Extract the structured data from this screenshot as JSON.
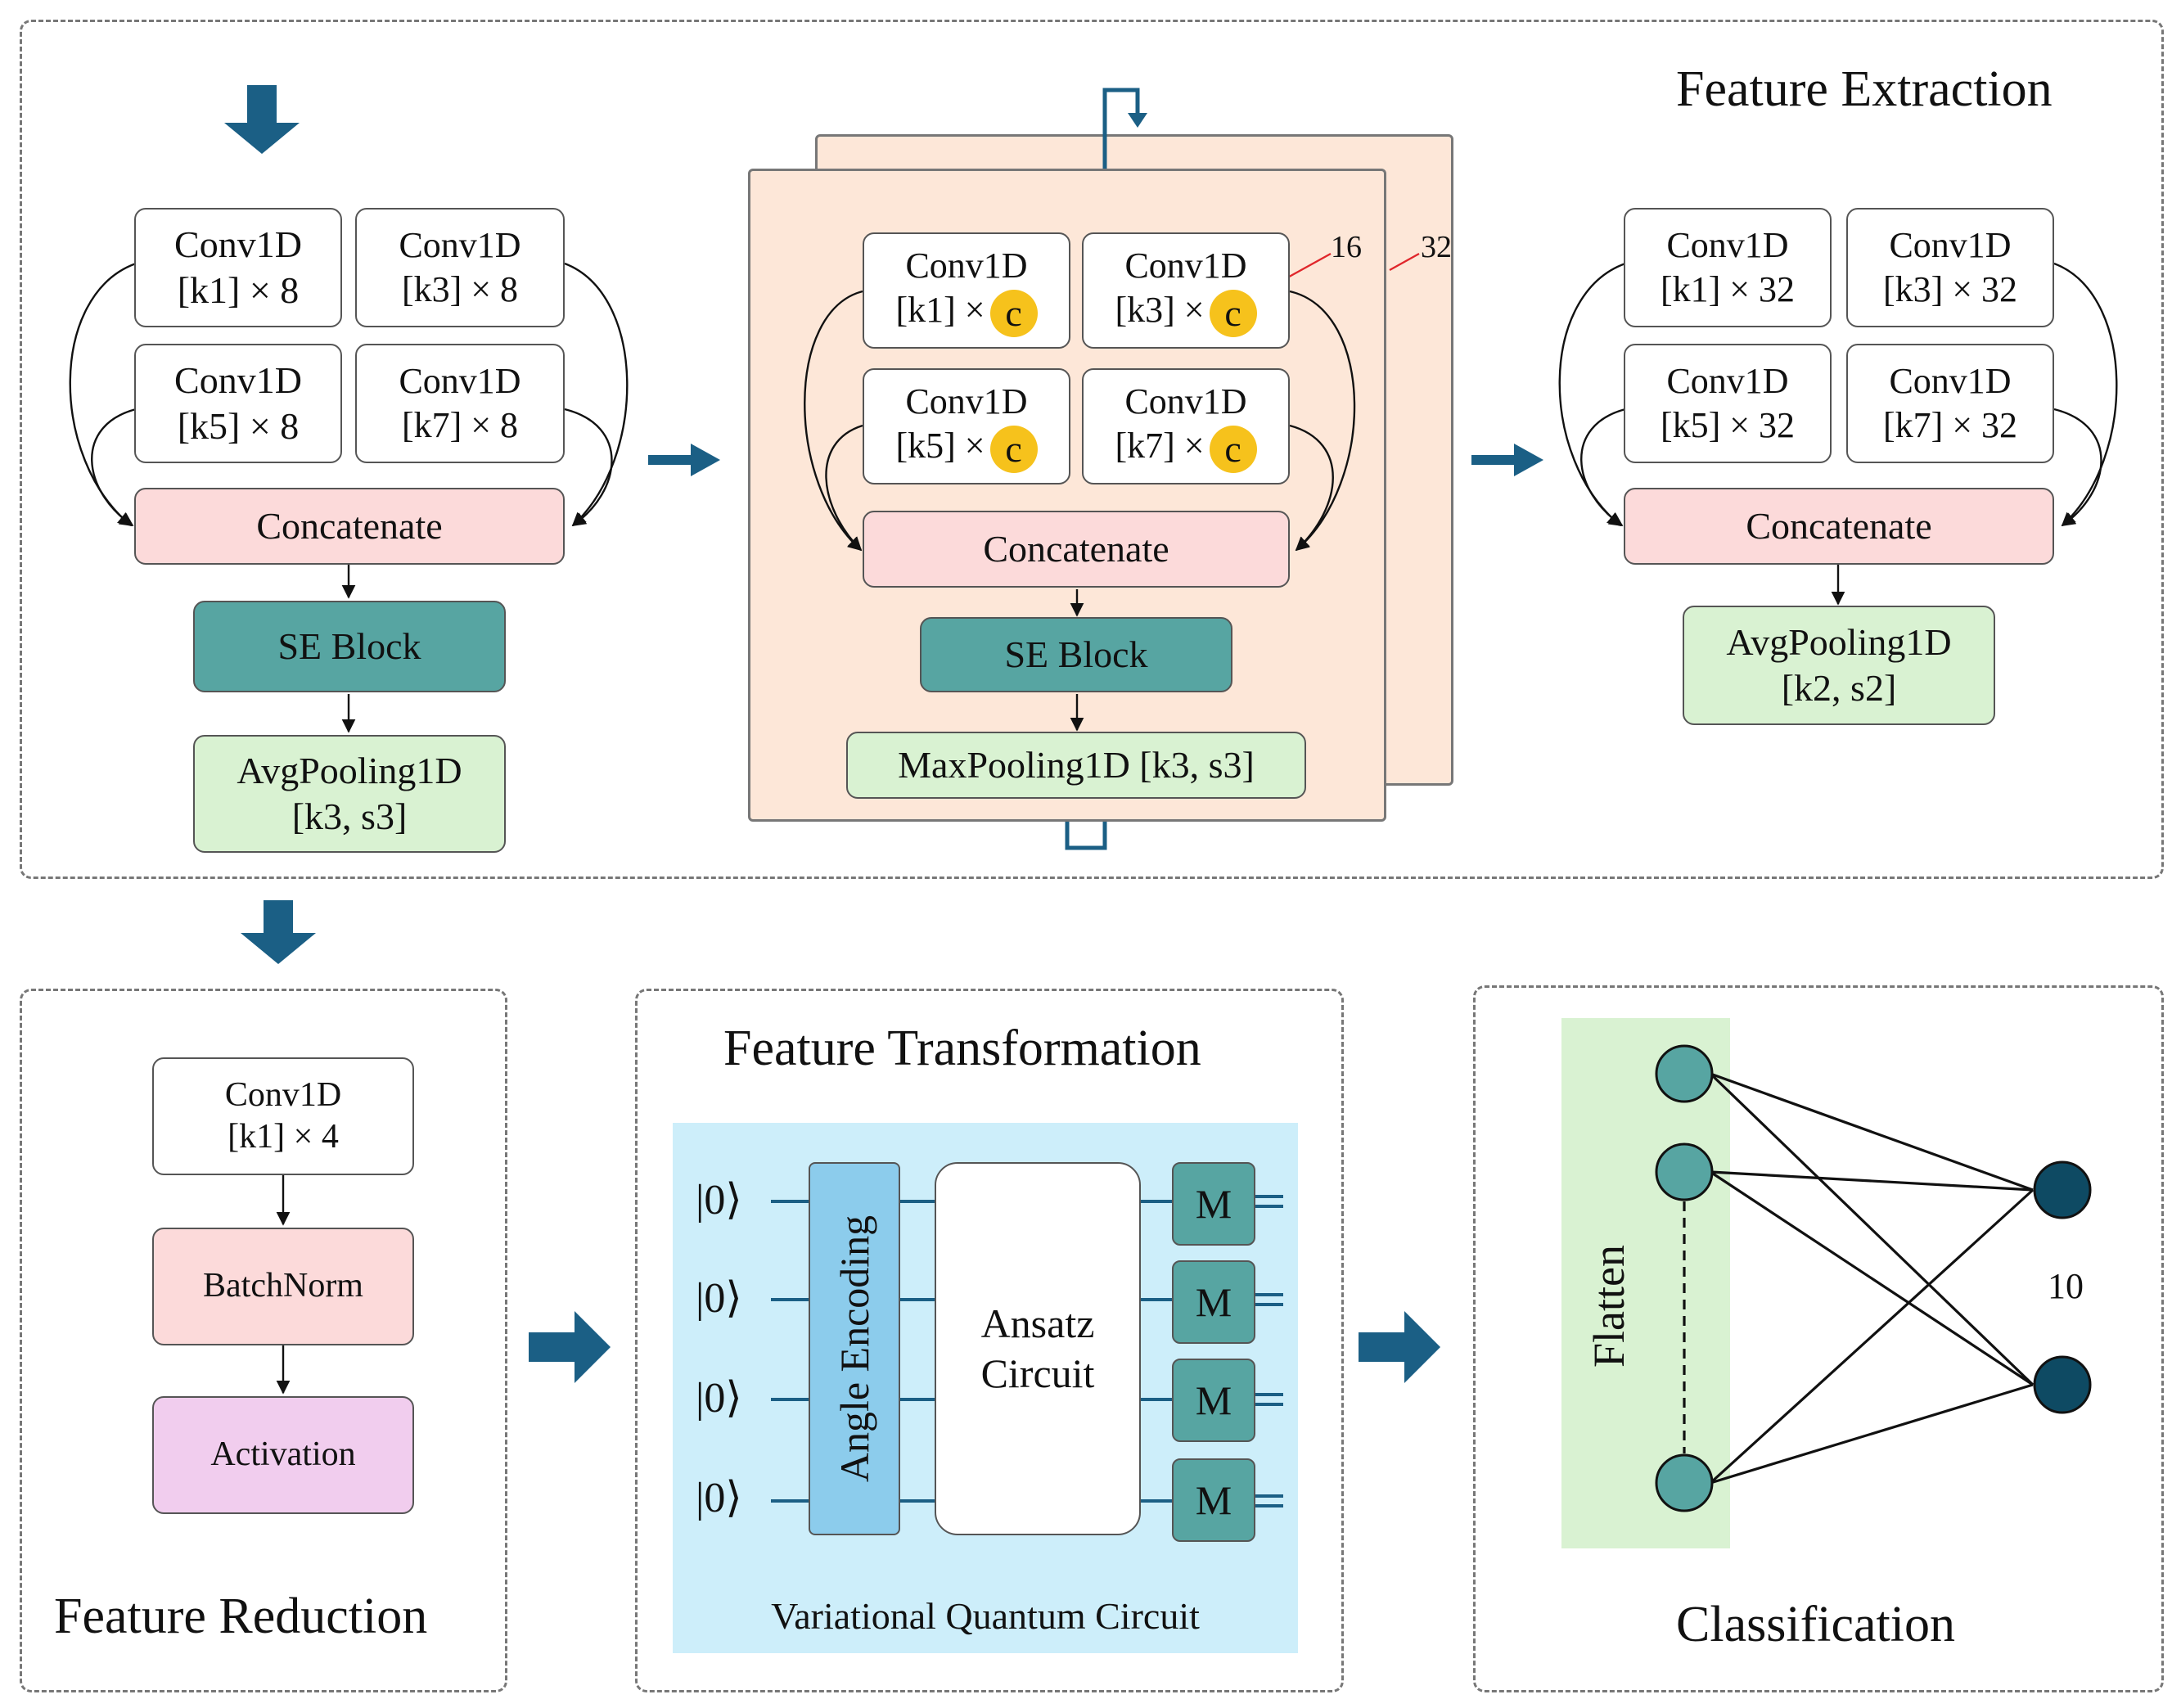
{
  "colors": {
    "arrow": "#1b5f85",
    "concat": "#fcdada",
    "se_block": "#57a5a2",
    "pooling": "#d9f2d2",
    "activation": "#f1cdee",
    "repeat_block_bg": "#fde7d8",
    "vqc_bg": "#cdeefa",
    "encoding": "#8cccec",
    "flatten_bg": "#d9f2d2",
    "node_input": "#57a5a2",
    "node_output": "#0e4a63",
    "channel_badge": "#f6c21c",
    "annotation_line": "#e0262b"
  },
  "feature_extraction": {
    "title": "Feature Extraction",
    "block1": {
      "convs": [
        {
          "l1": "Conv1D",
          "l2": "[k1] × 8"
        },
        {
          "l1": "Conv1D",
          "l2": "[k3] × 8"
        },
        {
          "l1": "Conv1D",
          "l2": "[k5] × 8"
        },
        {
          "l1": "Conv1D",
          "l2": "[k7] × 8"
        }
      ],
      "concat": "Concatenate",
      "se": "SE Block",
      "pool_l1": "AvgPooling1D",
      "pool_l2": "[k3, s3]"
    },
    "block2": {
      "convs": [
        {
          "l1": "Conv1D",
          "l2": "[k1] ×",
          "badge": "c"
        },
        {
          "l1": "Conv1D",
          "l2": "[k3] ×",
          "badge": "c"
        },
        {
          "l1": "Conv1D",
          "l2": "[k5] ×",
          "badge": "c"
        },
        {
          "l1": "Conv1D",
          "l2": "[k7] ×",
          "badge": "c"
        }
      ],
      "annot_16": "16",
      "annot_32": "32",
      "concat": "Concatenate",
      "se": "SE Block",
      "pool": "MaxPooling1D [k3, s3]"
    },
    "block3": {
      "convs": [
        {
          "l1": "Conv1D",
          "l2": "[k1] × 32"
        },
        {
          "l1": "Conv1D",
          "l2": "[k3] × 32"
        },
        {
          "l1": "Conv1D",
          "l2": "[k5] × 32"
        },
        {
          "l1": "Conv1D",
          "l2": "[k7] × 32"
        }
      ],
      "concat": "Concatenate",
      "pool_l1": "AvgPooling1D",
      "pool_l2": "[k2, s2]"
    }
  },
  "feature_reduction": {
    "title": "Feature Reduction",
    "conv_l1": "Conv1D",
    "conv_l2": "[k1] × 4",
    "batchnorm": "BatchNorm",
    "activation": "Activation"
  },
  "feature_transformation": {
    "title": "Feature Transformation",
    "kets": [
      "|0⟩",
      "|0⟩",
      "|0⟩",
      "|0⟩"
    ],
    "encoding": "Angle Encoding",
    "ansatz_l1": "Ansatz",
    "ansatz_l2": "Circuit",
    "measure": [
      "M",
      "M",
      "M",
      "M"
    ],
    "caption": "Variational Quantum Circuit"
  },
  "classification": {
    "title": "Classification",
    "flatten": "Flatten",
    "output_count": "10"
  }
}
